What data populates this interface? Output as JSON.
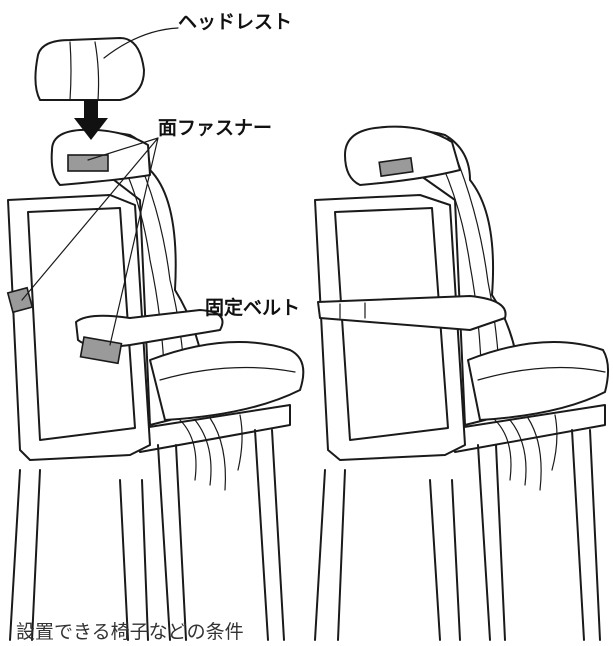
{
  "labels": {
    "headrest": "ヘッドレスト",
    "hook_and_loop": "面ファスナー",
    "fixing_belt": "固定ベルト"
  },
  "caption": "設置できる椅子などの条件",
  "icons": {
    "arrow": "down-arrow-icon"
  }
}
